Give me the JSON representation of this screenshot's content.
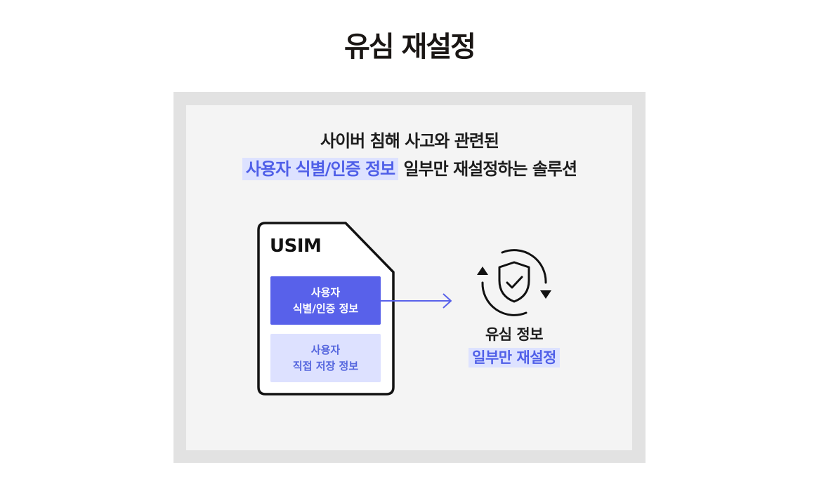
{
  "page": {
    "title": "유심 재설정"
  },
  "description": {
    "line1": "사이버 침해 사고와 관련된",
    "line2_highlight": "사용자 식별/인증 정보",
    "line2_rest": " 일부만 재설정하는 솔루션"
  },
  "usim": {
    "label": "USIM",
    "primary_box": {
      "line1": "사용자",
      "line2": "식별/인증 정보"
    },
    "secondary_box": {
      "line1": "사용자",
      "line2": "직접 저장 정보"
    }
  },
  "result": {
    "line1": "유심 정보",
    "line2": "일부만 재설정"
  },
  "icons": {
    "card": "sim-card-icon",
    "arrow": "arrow-right-icon",
    "reset": "shield-check-refresh-icon"
  },
  "colors": {
    "accent": "#5861ea",
    "accent_light": "#dde1ff",
    "panel_bg": "#f4f4f4",
    "panel_border": "#e2e2e2"
  }
}
